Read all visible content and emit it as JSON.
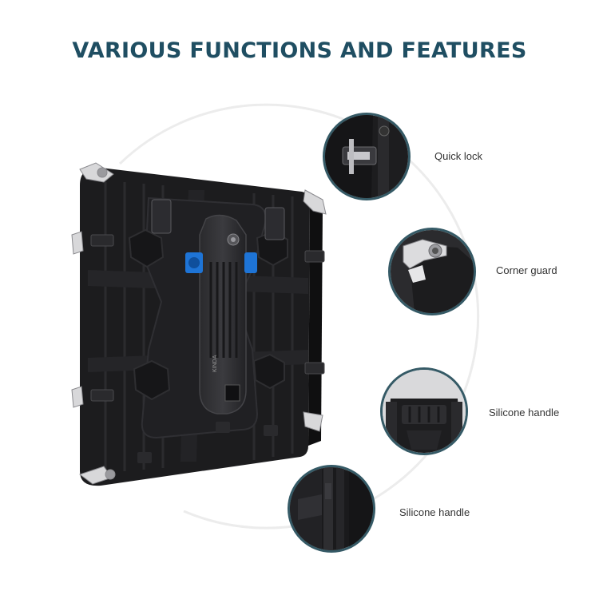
{
  "title": "VARIOUS FUNCTIONS AND FEATURES",
  "product": {
    "brand_logo": "KINDA"
  },
  "features": [
    {
      "label": "Quick lock",
      "icon": "quick-lock-detail"
    },
    {
      "label": "Corner guard",
      "icon": "corner-guard-detail"
    },
    {
      "label": "Silicone handle",
      "icon": "silicone-handle-detail"
    },
    {
      "label": "Silicone handle",
      "icon": "panel-edge-detail"
    }
  ],
  "colors": {
    "title": "#1f4e62",
    "circle_border": "#355a66",
    "panel": "#1c1c1e",
    "accent_connector": "#1e74d6"
  }
}
